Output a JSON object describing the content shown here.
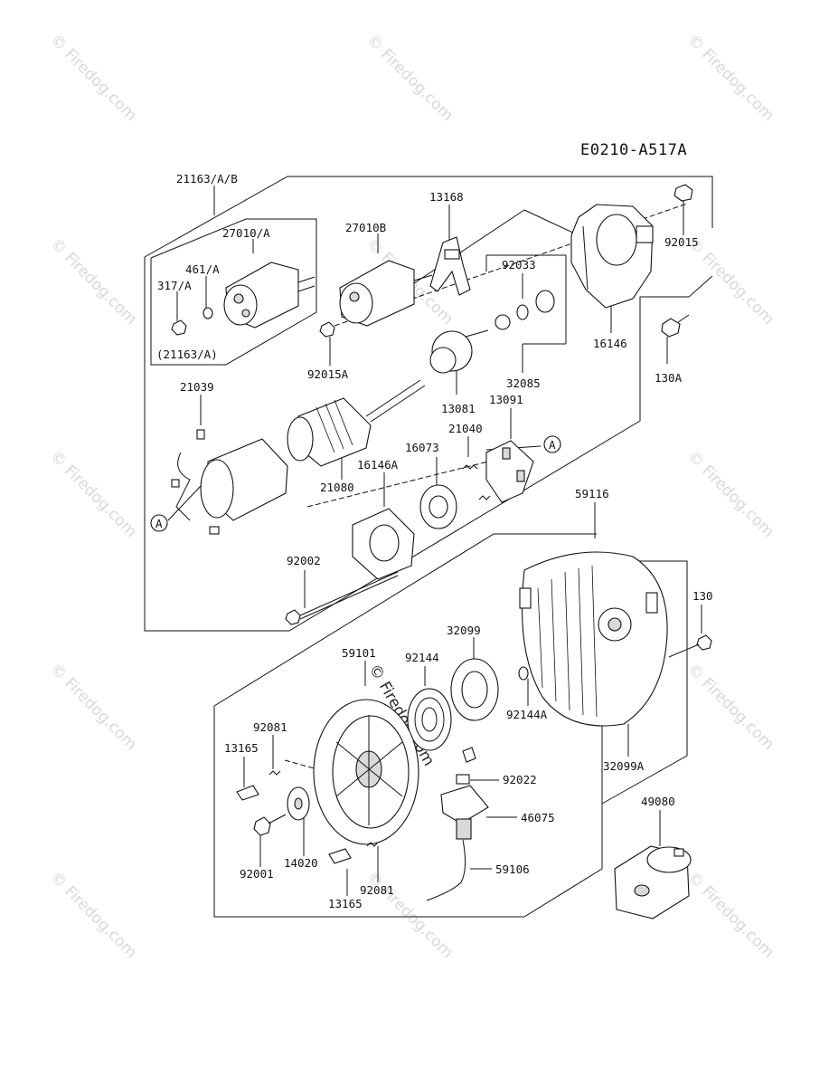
{
  "diagram_code": "E0210-A517A",
  "watermark": "© Firedog.com",
  "labels": {
    "l21163AB": "21163/A/B",
    "l27010A": "27010/A",
    "l461A": "461/A",
    "l317A": "317/A",
    "l21163A": "(21163/A)",
    "l27010B": "27010B",
    "l13168": "13168",
    "l92033": "92033",
    "l92015": "92015",
    "l16146": "16146",
    "l130A": "130A",
    "l92015A": "92015A",
    "l32085": "32085",
    "l21039": "21039",
    "l13081": "13081",
    "l13091": "13091",
    "l21040": "21040",
    "l16073": "16073",
    "l16146A": "16146A",
    "l21080": "21080",
    "l92002": "92002",
    "l59116": "59116",
    "l130": "130",
    "l32099": "32099",
    "l59101": "59101",
    "l92144": "92144",
    "l92144A": "92144A",
    "l32099A": "32099A",
    "l92081a": "92081",
    "l13165a": "13165",
    "l92022": "92022",
    "l46075": "46075",
    "l49080": "49080",
    "l92001": "92001",
    "l14020": "14020",
    "l92081b": "92081",
    "l59106": "59106",
    "l13165b": "13165",
    "markerA1": "A",
    "markerA2": "A"
  }
}
